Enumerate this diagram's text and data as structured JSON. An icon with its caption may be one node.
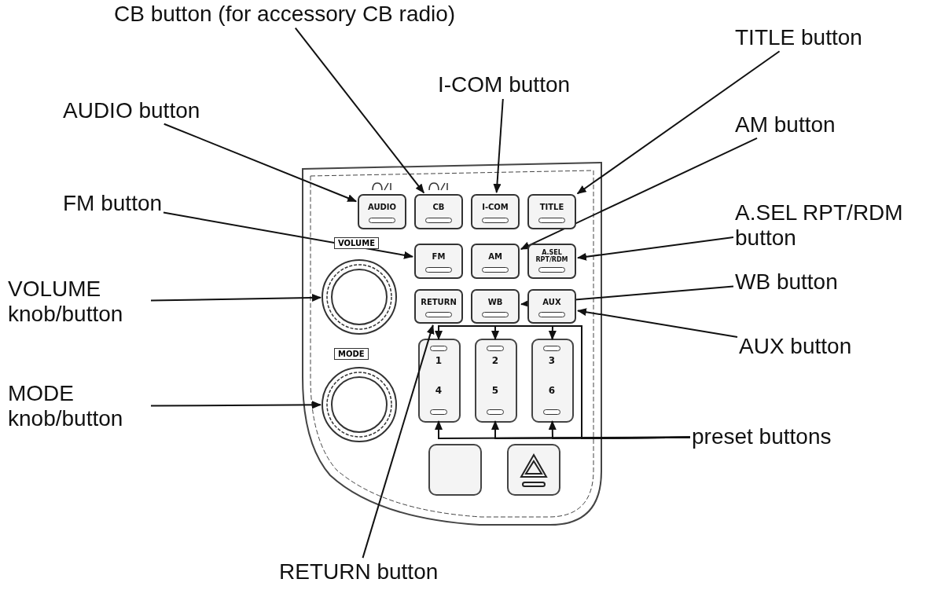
{
  "diagram": {
    "nodes": [
      {
        "text": [
          "CB button (for accessory CB radio)"
        ]
      },
      {
        "text": [
          "TITLE button"
        ]
      },
      {
        "text": [
          "I-COM button"
        ]
      },
      {
        "text": [
          "AUDIO button"
        ]
      },
      {
        "text": [
          "AM button"
        ]
      },
      {
        "text": [
          "FM button"
        ]
      },
      {
        "text": [
          "A.SEL RPT/RDM button"
        ]
      },
      {
        "text": [
          "VOLUME knob/button"
        ]
      },
      {
        "text": [
          "WB button"
        ]
      },
      {
        "text": [
          "AUX button"
        ]
      },
      {
        "text": [
          "MODE knob/button"
        ]
      },
      {
        "text": [
          "preset buttons"
        ]
      },
      {
        "text": [
          "RETURN button"
        ]
      },
      {
        "text": [
          "AUDIO"
        ]
      },
      {
        "text": [
          "CB"
        ]
      },
      {
        "text": [
          "I-COM"
        ]
      },
      {
        "text": [
          "TITLE"
        ]
      },
      {
        "text": [
          "FM"
        ]
      },
      {
        "text": [
          "AM"
        ]
      },
      {
        "text": [
          "A.SEL RPT/RDM"
        ]
      },
      {
        "text": [
          "VOLUME"
        ]
      },
      {
        "text": [
          "RETURN"
        ]
      },
      {
        "text": [
          "WB"
        ]
      },
      {
        "text": [
          "AUX"
        ]
      },
      {
        "text": [
          "1"
        ]
      },
      {
        "text": [
          "2"
        ]
      },
      {
        "text": [
          "3"
        ]
      },
      {
        "text": [
          "4"
        ]
      },
      {
        "text": [
          "5"
        ]
      },
      {
        "text": [
          "6"
        ]
      },
      {
        "text": [
          "MODE"
        ]
      },
      {
        "text": [],
        "shape": "box"
      },
      {
        "text": [],
        "shape": "box"
      }
    ],
    "edges": [
      {
        "from": 0,
        "to": 14,
        "arrow": "to"
      },
      {
        "from": 1,
        "to": 16,
        "arrow": "to"
      },
      {
        "from": 2,
        "to": 15,
        "arrow": "to"
      },
      {
        "from": 3,
        "to": 13,
        "arrow": "to"
      },
      {
        "from": 4,
        "to": 18,
        "arrow": "to"
      },
      {
        "from": 5,
        "to": 17,
        "arrow": "to"
      },
      {
        "from": 6,
        "to": 19,
        "arrow": "to"
      },
      {
        "from": 7,
        "to": 20,
        "arrow": "to"
      },
      {
        "from": 8,
        "to": 22,
        "arrow": "to"
      },
      {
        "from": 9,
        "to": 23,
        "arrow": "to"
      },
      {
        "from": 10,
        "to": 30,
        "arrow": "to"
      },
      {
        "from": 11,
        "to": 24,
        "arrow": "to"
      },
      {
        "from": 11,
        "to": 25,
        "arrow": "to"
      },
      {
        "from": 11,
        "to": 26,
        "arrow": "to"
      },
      {
        "from": 11,
        "to": 27,
        "arrow": "to"
      },
      {
        "from": 11,
        "to": 28,
        "arrow": "to"
      },
      {
        "from": 11,
        "to": 29,
        "arrow": "to"
      },
      {
        "from": 12,
        "to": 21,
        "arrow": "to"
      }
    ]
  }
}
